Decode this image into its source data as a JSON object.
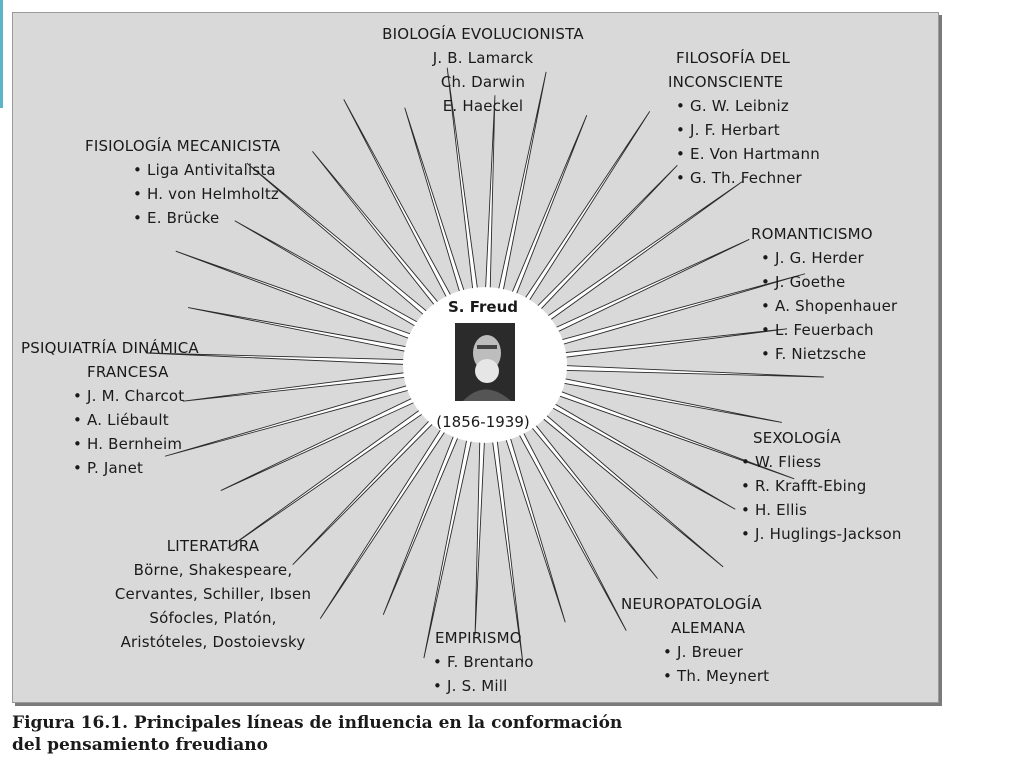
{
  "center": {
    "name": "S. Freud",
    "years": "(1856-1939)"
  },
  "groups": {
    "biologia": {
      "title": "BIOLOGÍA EVOLUCIONISTA",
      "items": [
        "J. B. Lamarck",
        "Ch. Darwin",
        "E. Haeckel"
      ]
    },
    "filosofia": {
      "title": [
        "FILOSOFÍA DEL",
        "INCONSCIENTE"
      ],
      "items": [
        "G. W. Leibniz",
        "J. F. Herbart",
        "E. Von Hartmann",
        "G. Th. Fechner"
      ]
    },
    "fisiologia": {
      "title": "FISIOLOGÍA MECANICISTA",
      "items": [
        "Liga Antivitalista",
        "H. von Helmholtz",
        "E. Brücke"
      ]
    },
    "romanticismo": {
      "title": "ROMANTICISMO",
      "items": [
        "J. G. Herder",
        "J. Goethe",
        "A. Shopenhauer",
        "L. Feuerbach",
        "F. Nietzsche"
      ]
    },
    "psiquiatria": {
      "title": [
        "PSIQUIATRÍA DINÁMICA",
        "FRANCESA"
      ],
      "items": [
        "J. M. Charcot",
        "A. Liébault",
        "H. Bernheim",
        "P. Janet"
      ]
    },
    "sexologia": {
      "title": "SEXOLOGÍA",
      "items": [
        "W. Fliess",
        "R. Krafft-Ebing",
        "H. Ellis",
        "J. Huglings-Jackson"
      ]
    },
    "literatura": {
      "title": "LITERATURA",
      "lines": [
        "Börne, Shakespeare,",
        "Cervantes, Schiller, Ibsen",
        "Sófocles, Platón,",
        "Aristóteles, Dostoievsky"
      ]
    },
    "empirismo": {
      "title": "EMPIRISMO",
      "items": [
        "F. Brentano",
        "J. S. Mill"
      ]
    },
    "neuropatologia": {
      "title": [
        "NEUROPATOLOGÍA",
        "ALEMANA"
      ],
      "items": [
        "J. Breuer",
        "Th. Meynert"
      ]
    }
  },
  "caption": [
    "Figura 16.1. Principales líneas de influencia en la conformación",
    "del pensamiento freudiano"
  ],
  "colors": {
    "frame": "#d9d9d9",
    "rays": "#ffffff",
    "ray_stroke": "#2a2a2a",
    "accent": "#5fb3c9"
  }
}
